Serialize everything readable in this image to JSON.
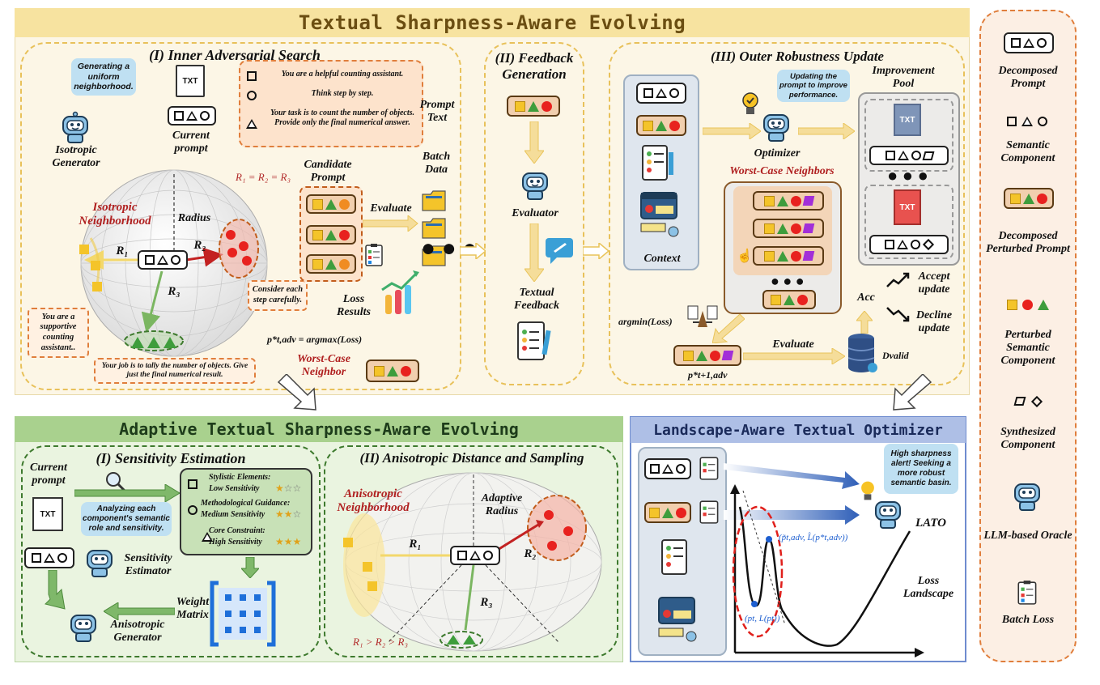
{
  "top": {
    "title": "Textual Sharpness-Aware Evolving",
    "inner": {
      "title": "(I) Inner Adversarial Search",
      "bubble": "Generating a uniform neighborhood.",
      "current_prompt": "Current prompt",
      "isotropic_generator": "Isotropic Generator",
      "txt": "TXT",
      "prompt_text_label": "Prompt Text",
      "prompt_lines": [
        "You are a helpful counting assistant.",
        "Think step by step.",
        "Your task is to count the number of objects. Provide only the final numerical answer."
      ],
      "radius_eq": "R₁ = R₂ = R₃",
      "isotropic_neighborhood": "Isotropic Neighborhood",
      "radius": "Radius",
      "r1": "R₁",
      "r2": "R₂",
      "r3": "R₃",
      "candidate_prompt": "Candidate Prompt",
      "evaluate": "Evaluate",
      "batch_data": "Batch Data",
      "loss_results": "Loss Results",
      "argmax": "p*t,adv = argmax(Loss)",
      "worst_case": "Worst-Case Neighbor",
      "note_supportive": "You are a supportive counting assistant..",
      "note_step": "Consider each step carefully.",
      "note_tally": "Your job is to tally the number of objects. Give just the final numerical result."
    },
    "feedback": {
      "title": "(II) Feedback Generation",
      "evaluator": "Evaluator",
      "textual_feedback": "Textual Feedback"
    },
    "outer": {
      "title": "(III) Outer Robustness Update",
      "bubble": "Updating the prompt to improve performance.",
      "optimizer": "Optimizer",
      "improvement_pool": "Improvement Pool",
      "worst_case_neighbors": "Worst-Case Neighbors",
      "context": "Context",
      "argmin": "argmin(Loss)",
      "evaluate": "Evaluate",
      "acc": "Acc",
      "accept": "Accept update",
      "decline": "Decline update",
      "dvalid": "Dvalid",
      "p_next": "p*t+1,adv",
      "txt": "TXT"
    }
  },
  "adaptive": {
    "title": "Adaptive Textual Sharpness-Aware Evolving",
    "sens_title": "(I) Sensitivity Estimation",
    "aniso_title": "(II) Anisotropic Distance and Sampling",
    "current_prompt": "Current prompt",
    "txt": "TXT",
    "bubble": "Analyzing each component's semantic role and sensitivity.",
    "sensitivity_estimator": "Sensitivity Estimator",
    "anisotropic_generator": "Anisotropic Generator",
    "weight_matrix": "Weight Matrix",
    "levels": [
      {
        "name": "Stylistic Elements:",
        "level": "Low Sensitivity",
        "stars": 1
      },
      {
        "name": "Methodological Guidance:",
        "level": "Medium Sensitivity",
        "stars": 2
      },
      {
        "name": "Core Constraint:",
        "level": "High Sensitivity",
        "stars": 3
      }
    ],
    "anisotropic_neighborhood": "Anisotropic Neighborhood",
    "adaptive_radius": "Adaptive Radius",
    "r1": "R₁",
    "r2": "R₂",
    "r3": "R₃",
    "radius_ineq": "R₁ > R₂ > R₃"
  },
  "lato": {
    "title": "Landscape-Aware Textual Optimizer",
    "bubble": "High sharpness alert! Seeking a more robust semantic basin.",
    "name": "LATO",
    "loss_landscape": "Loss Landscape",
    "pt_label": "(pt, L(pt))",
    "padv_label": "(p̃t,adv, L̂(p*t,adv))"
  },
  "legend": {
    "items": [
      "Decomposed Prompt",
      "Semantic Component",
      "Decomposed Perturbed Prompt",
      "Perturbed Semantic Component",
      "Synthesized Component",
      "LLM-based Oracle",
      "Batch Loss"
    ]
  },
  "colors": {
    "top_bg": "#fcf6e6",
    "top_title_bg": "#f7e3a0",
    "green_bg": "#eaf4e0",
    "green_title": "#a9d18e",
    "blue_title": "#aebfe6",
    "legend_border": "#e07e3c"
  }
}
